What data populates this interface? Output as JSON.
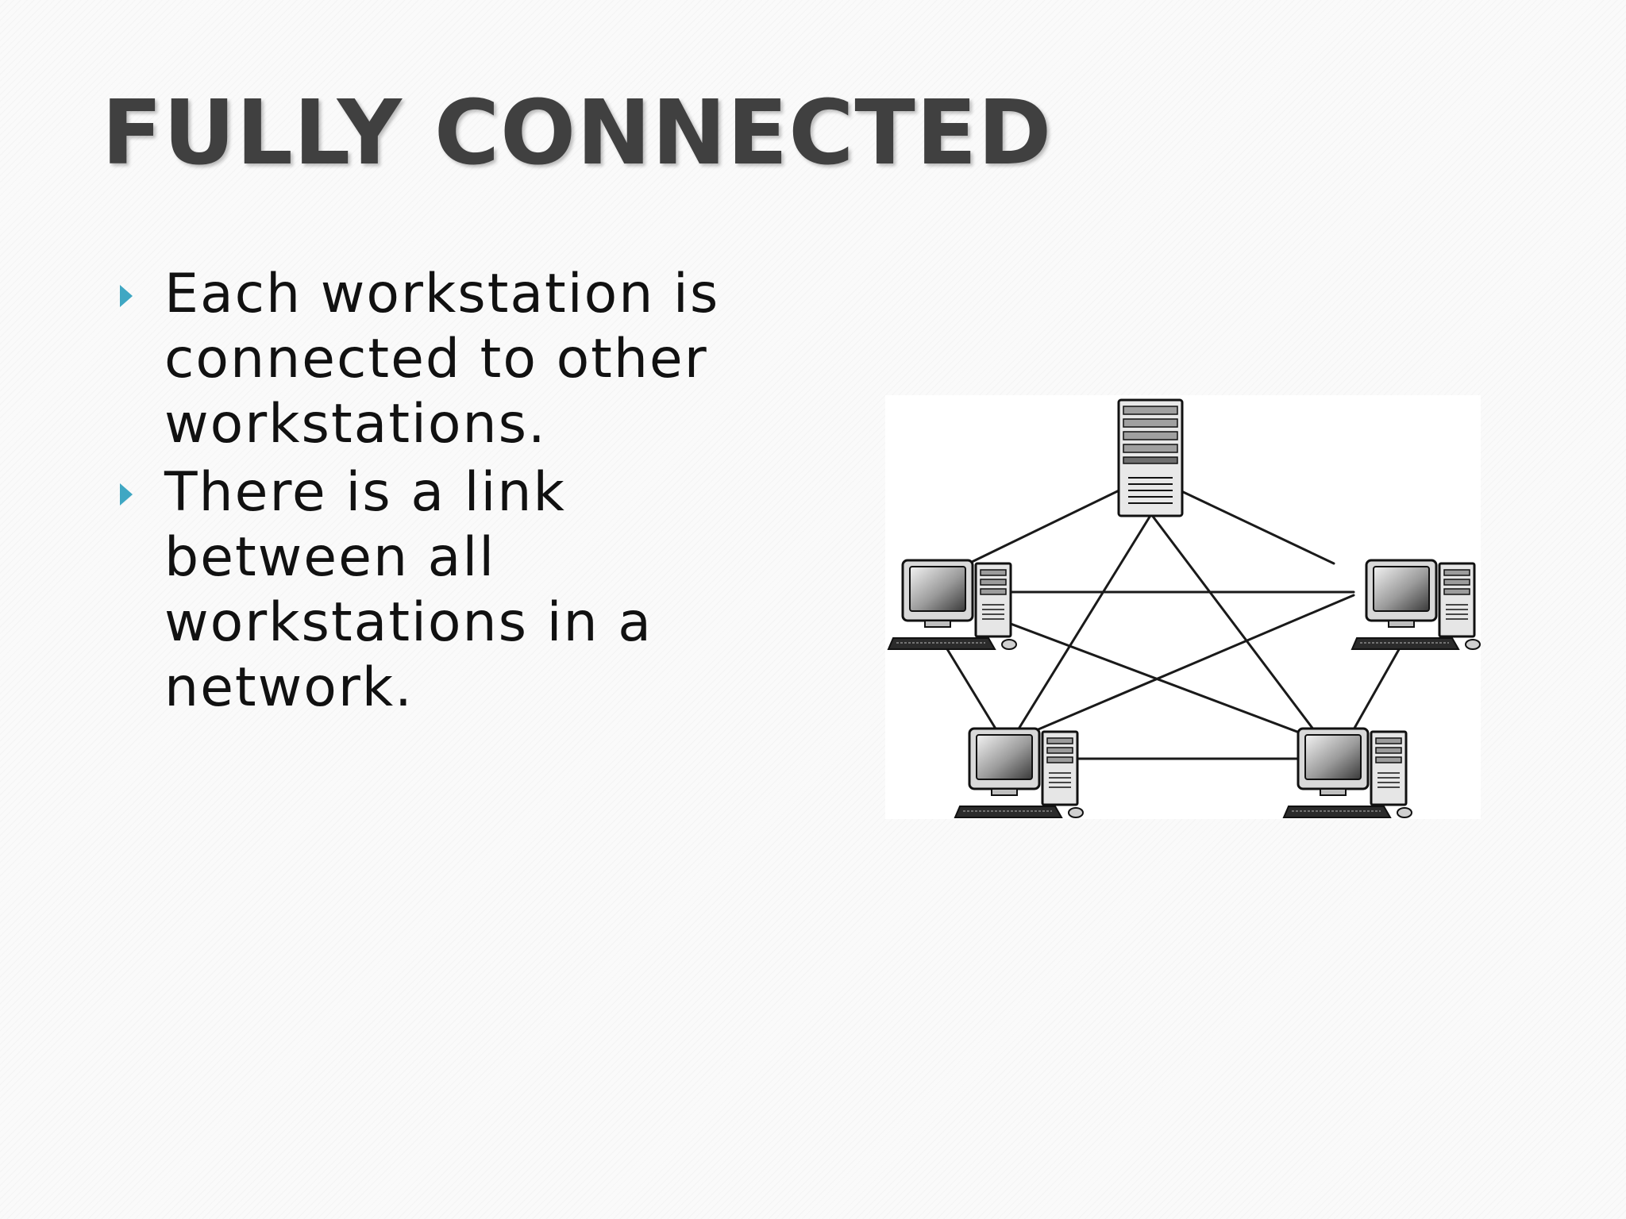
{
  "slide": {
    "title": "FULLY CONNECTED",
    "bullets": [
      "Each workstation is connected to other workstations.",
      "There is a link between all workstations in a network."
    ],
    "bullet_color": "#3fa7c3"
  },
  "diagram": {
    "topology": "fully connected mesh",
    "nodes": [
      {
        "id": "server",
        "icon": "server-tower-icon"
      },
      {
        "id": "pc-left",
        "icon": "desktop-computer-icon"
      },
      {
        "id": "pc-right",
        "icon": "desktop-computer-icon"
      },
      {
        "id": "pc-bottom-left",
        "icon": "desktop-computer-icon"
      },
      {
        "id": "pc-bottom-right",
        "icon": "desktop-computer-icon"
      }
    ]
  }
}
